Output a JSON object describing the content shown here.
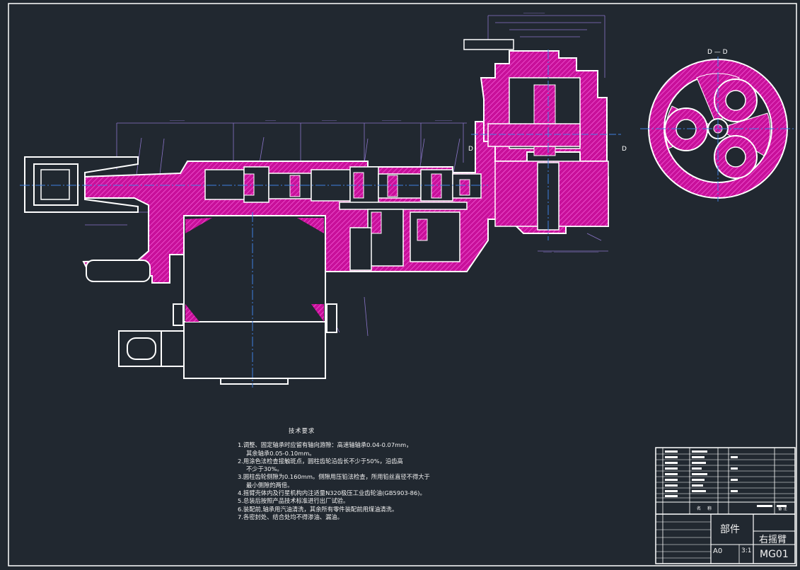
{
  "section_label": "D",
  "section_view_label": "D — D",
  "technical_requirements": {
    "title": "技术要求",
    "items": [
      "1.调整、固定轴承时应留有轴向游隙：高速轴轴承0.04-0.07mm，",
      "其余轴承0.05-0.10mm。",
      "2.用涂色法检查接触斑点，圆柱齿轮沿齿长不少于50%，沿齿高",
      "不少于30%。",
      "3.圆柱齿轮侧隙为0.160mm。侧隙用压铅法检查，所用铅丝直径不得大于",
      "最小侧隙的两倍。",
      "4.摇臂壳体内及行星机构内注适量N320极压工业齿轮油(GB5903-86)。",
      "5.总装后按照产品技术标准进行出厂试验。",
      "6.装配前,轴承用汽油清洗，其余所有零件装配前用煤油清洗。",
      "7.各密封处、结合处均不得渗油、漏油。"
    ]
  },
  "title_block": {
    "component_type": "部件",
    "drawing_name": "右摇臂",
    "sheet_size": "A0",
    "scale": "3:1",
    "drawing_number": "MG01",
    "header_names": [
      "名",
      "称"
    ],
    "remark_label": "备 注"
  },
  "colors": {
    "background": "#212830",
    "outline": "#ffffff",
    "section_fill": "#c8109a",
    "dimension": "#8a74c8",
    "centerline": "#3f7fe0",
    "hatch": "#ff4fe0"
  }
}
